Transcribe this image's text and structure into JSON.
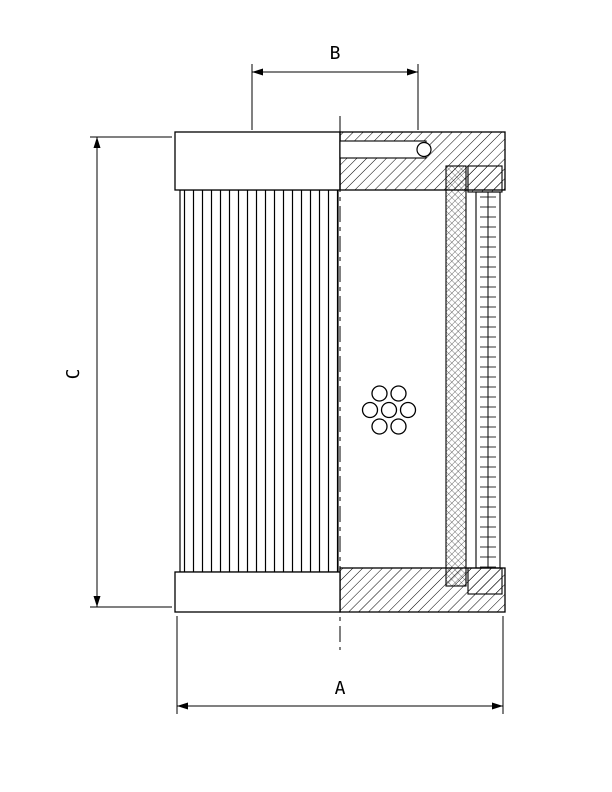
{
  "page": {
    "background_color": "#ffffff",
    "line_color": "#000000"
  },
  "drawing": {
    "kind": "filter-element-cross-section",
    "dimensions": {
      "a_label": "A",
      "b_label": "B",
      "c_label": "C"
    }
  }
}
